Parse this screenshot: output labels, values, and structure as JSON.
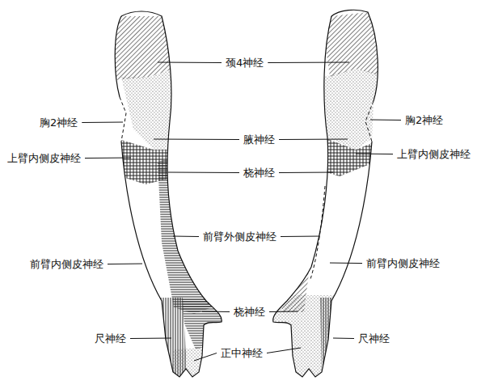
{
  "diagram": {
    "labels": [
      "颈4神经",
      "胸2神经",
      "胸2神经",
      "腋神经",
      "上臂内侧皮神经",
      "上臂内侧皮神经",
      "桡神经",
      "前臂外侧皮神经",
      "前臂内侧皮神经",
      "前臂内侧皮神经",
      "桡神经",
      "尺神经",
      "尺神经",
      "正中神经"
    ]
  }
}
